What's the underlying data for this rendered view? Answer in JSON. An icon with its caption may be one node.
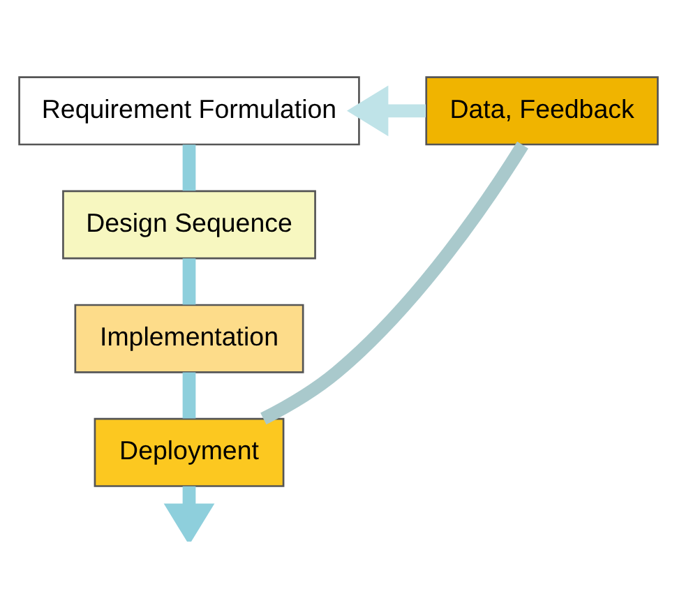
{
  "diagram": {
    "nodes": [
      {
        "text": [
          "Requirement Formulation"
        ]
      },
      {
        "text": [
          "Design Sequence"
        ]
      },
      {
        "text": [
          "Implementation"
        ]
      },
      {
        "text": [
          "Deployment"
        ]
      },
      {
        "text": [
          "Data, Feedback"
        ]
      }
    ],
    "edges": [
      {
        "from": 0,
        "to": 1,
        "arrow": "none"
      },
      {
        "from": 1,
        "to": 2,
        "arrow": "none"
      },
      {
        "from": 2,
        "to": 3,
        "arrow": "none"
      },
      {
        "from": 3,
        "to": null,
        "arrow": "to"
      },
      {
        "from": 3,
        "to": 4,
        "arrow": "none",
        "color": "#a9c9cc"
      },
      {
        "from": 4,
        "to": 0,
        "arrow": "to",
        "color": "#bfe3e8"
      }
    ]
  }
}
